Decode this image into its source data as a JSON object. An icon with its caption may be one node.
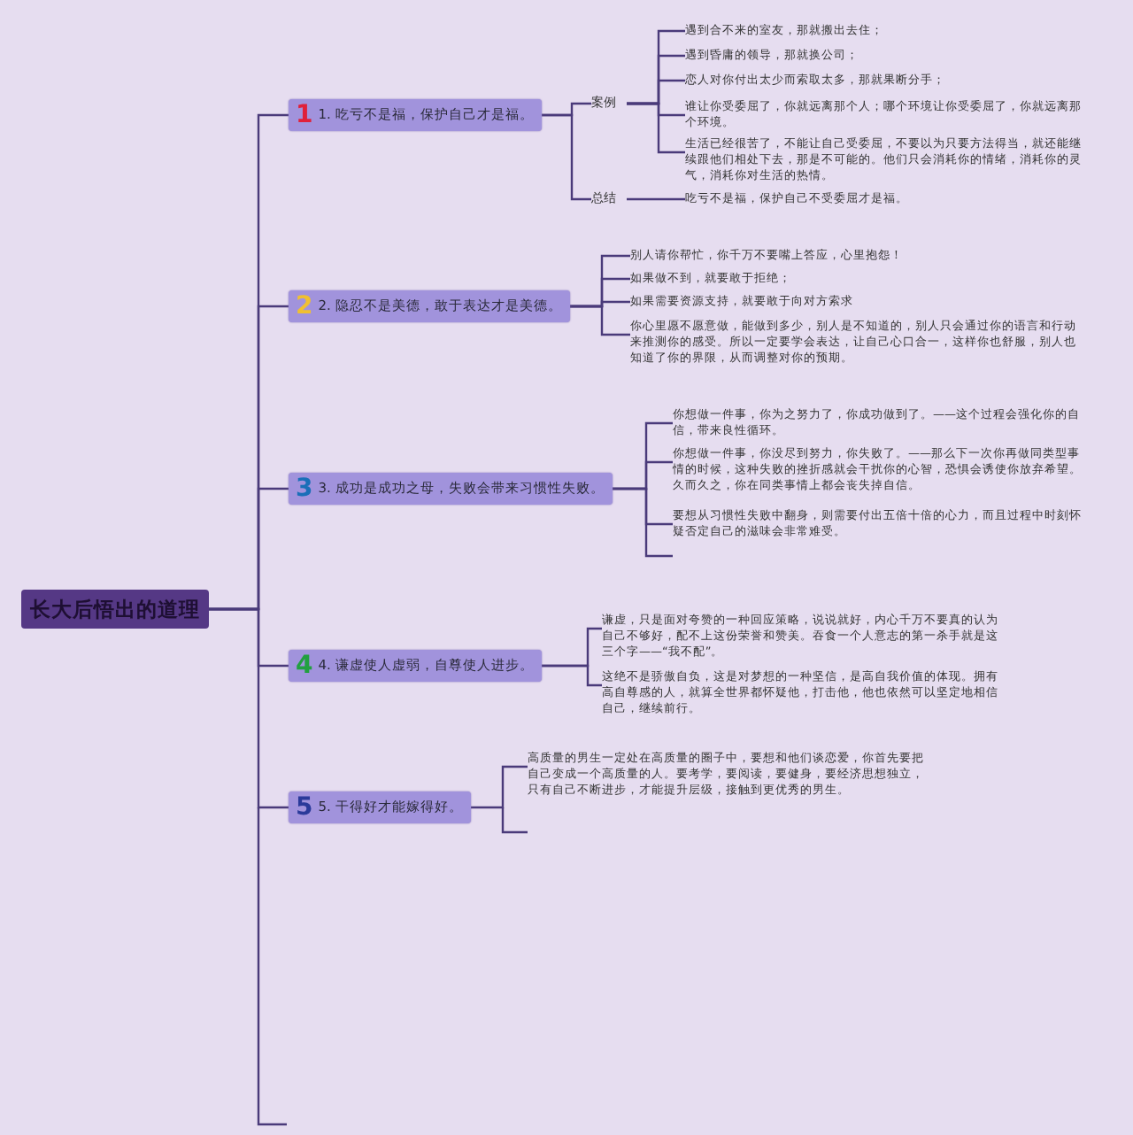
{
  "diagram": {
    "nodes": [
      {
        "text": [
          "长大后悟出的道理"
        ]
      },
      {
        "text": [
          "1",
          "1. 吃亏不是福，保护自己才是福。"
        ]
      },
      {
        "text": [
          "案例"
        ]
      },
      {
        "text": [
          "遇到合不来的室友，那就搬出去住；"
        ]
      },
      {
        "text": [
          "遇到昏庸的领导，那就换公司；"
        ]
      },
      {
        "text": [
          "恋人对你付出太少而索取太多，那就果断分手；"
        ]
      },
      {
        "text": [
          "谁让你受委屈了，你就远离那个人；哪个环境让你受委屈了，你就远离那个环境。"
        ]
      },
      {
        "text": [
          "生活已经很苦了，不能让自己受委屈，不要以为只要方法得当，就还能继续跟他们相处下去，那是不可能的。他们只会消耗你的情绪，消耗你的灵气，消耗你对生活的热情。"
        ]
      },
      {
        "text": [
          "总结"
        ]
      },
      {
        "text": [
          "吃亏不是福，保护自己不受委屈才是福。"
        ]
      },
      {
        "text": [
          "2",
          "2. 隐忍不是美德，敢于表达才是美德。"
        ]
      },
      {
        "text": [
          "别人请你帮忙，你千万不要嘴上答应，心里抱怨！"
        ]
      },
      {
        "text": [
          "如果做不到，就要敢于拒绝；"
        ]
      },
      {
        "text": [
          "如果需要资源支持，就要敢于向对方索求"
        ]
      },
      {
        "text": [
          "你心里愿不愿意做，能做到多少，别人是不知道的，别人只会通过你的语言和行动来推测你的感受。所以一定要学会表达，让自己心口合一，这样你也舒服，别人也知道了你的界限，从而调整对你的预期。"
        ]
      },
      {
        "text": [
          "3",
          "3. 成功是成功之母，失败会带来习惯性失败。"
        ]
      },
      {
        "text": [
          "你想做一件事，你为之努力了，你成功做到了。——这个过程会强化你的自信，带来良性循环。"
        ]
      },
      {
        "text": [
          "你想做一件事，你没尽到努力，你失败了。——那么下一次你再做同类型事情的时候，这种失败的挫折感就会干扰你的心智，恐惧会诱使你放弃希望。久而久之，你在同类事情上都会丧失掉自信。"
        ]
      },
      {
        "text": [
          "要想从习惯性失败中翻身，则需要付出五倍十倍的心力，而且过程中时刻怀疑否定自己的滋味会非常难受。"
        ]
      },
      {
        "text": [
          "4",
          "4. 谦虚使人虚弱，自尊使人进步。"
        ]
      },
      {
        "text": [
          "谦虚，只是面对夸赞的一种回应策略，说说就好，内心千万不要真的认为自己不够好，配不上这份荣誉和赞美。吞食一个人意志的第一杀手就是这三个字——“我不配”。"
        ]
      },
      {
        "text": [
          "这绝不是骄傲自负，这是对梦想的一种坚信，是高自我价值的体现。拥有高自尊感的人，就算全世界都怀疑他，打击他，他也依然可以坚定地相信自己，继续前行。"
        ]
      },
      {
        "text": [
          "5",
          "5. 干得好才能嫁得好。"
        ]
      },
      {
        "text": [
          "高质量的男生一定处在高质量的圈子中，要想和他们谈恋爱，你首先要把自己变成一个高质量的人。要考学，要阅读，要健身，要经济思想独立，只有自己不断进步，才能提升层级，接触到更优秀的男生。"
        ]
      }
    ],
    "edges": [
      {
        "from": 0,
        "to": 1,
        "arrow": "none"
      },
      {
        "from": 0,
        "to": 10,
        "arrow": "none"
      },
      {
        "from": 0,
        "to": 15,
        "arrow": "none"
      },
      {
        "from": 0,
        "to": 19,
        "arrow": "none"
      },
      {
        "from": 0,
        "to": 22,
        "arrow": "none"
      },
      {
        "from": 1,
        "to": 2,
        "arrow": "none"
      },
      {
        "from": 1,
        "to": 8,
        "arrow": "none"
      },
      {
        "from": 2,
        "to": 3,
        "arrow": "none"
      },
      {
        "from": 2,
        "to": 4,
        "arrow": "none"
      },
      {
        "from": 2,
        "to": 5,
        "arrow": "none"
      },
      {
        "from": 2,
        "to": 6,
        "arrow": "none"
      },
      {
        "from": 2,
        "to": 7,
        "arrow": "none"
      },
      {
        "from": 8,
        "to": 9,
        "arrow": "none"
      },
      {
        "from": 10,
        "to": 11,
        "arrow": "none"
      },
      {
        "from": 10,
        "to": 12,
        "arrow": "none"
      },
      {
        "from": 10,
        "to": 13,
        "arrow": "none"
      },
      {
        "from": 10,
        "to": 14,
        "arrow": "none"
      },
      {
        "from": 15,
        "to": 16,
        "arrow": "none"
      },
      {
        "from": 15,
        "to": 17,
        "arrow": "none"
      },
      {
        "from": 15,
        "to": 18,
        "arrow": "none"
      },
      {
        "from": 19,
        "to": 20,
        "arrow": "none"
      },
      {
        "from": 19,
        "to": 21,
        "arrow": "none"
      },
      {
        "from": 22,
        "to": 23,
        "arrow": "none"
      }
    ]
  }
}
